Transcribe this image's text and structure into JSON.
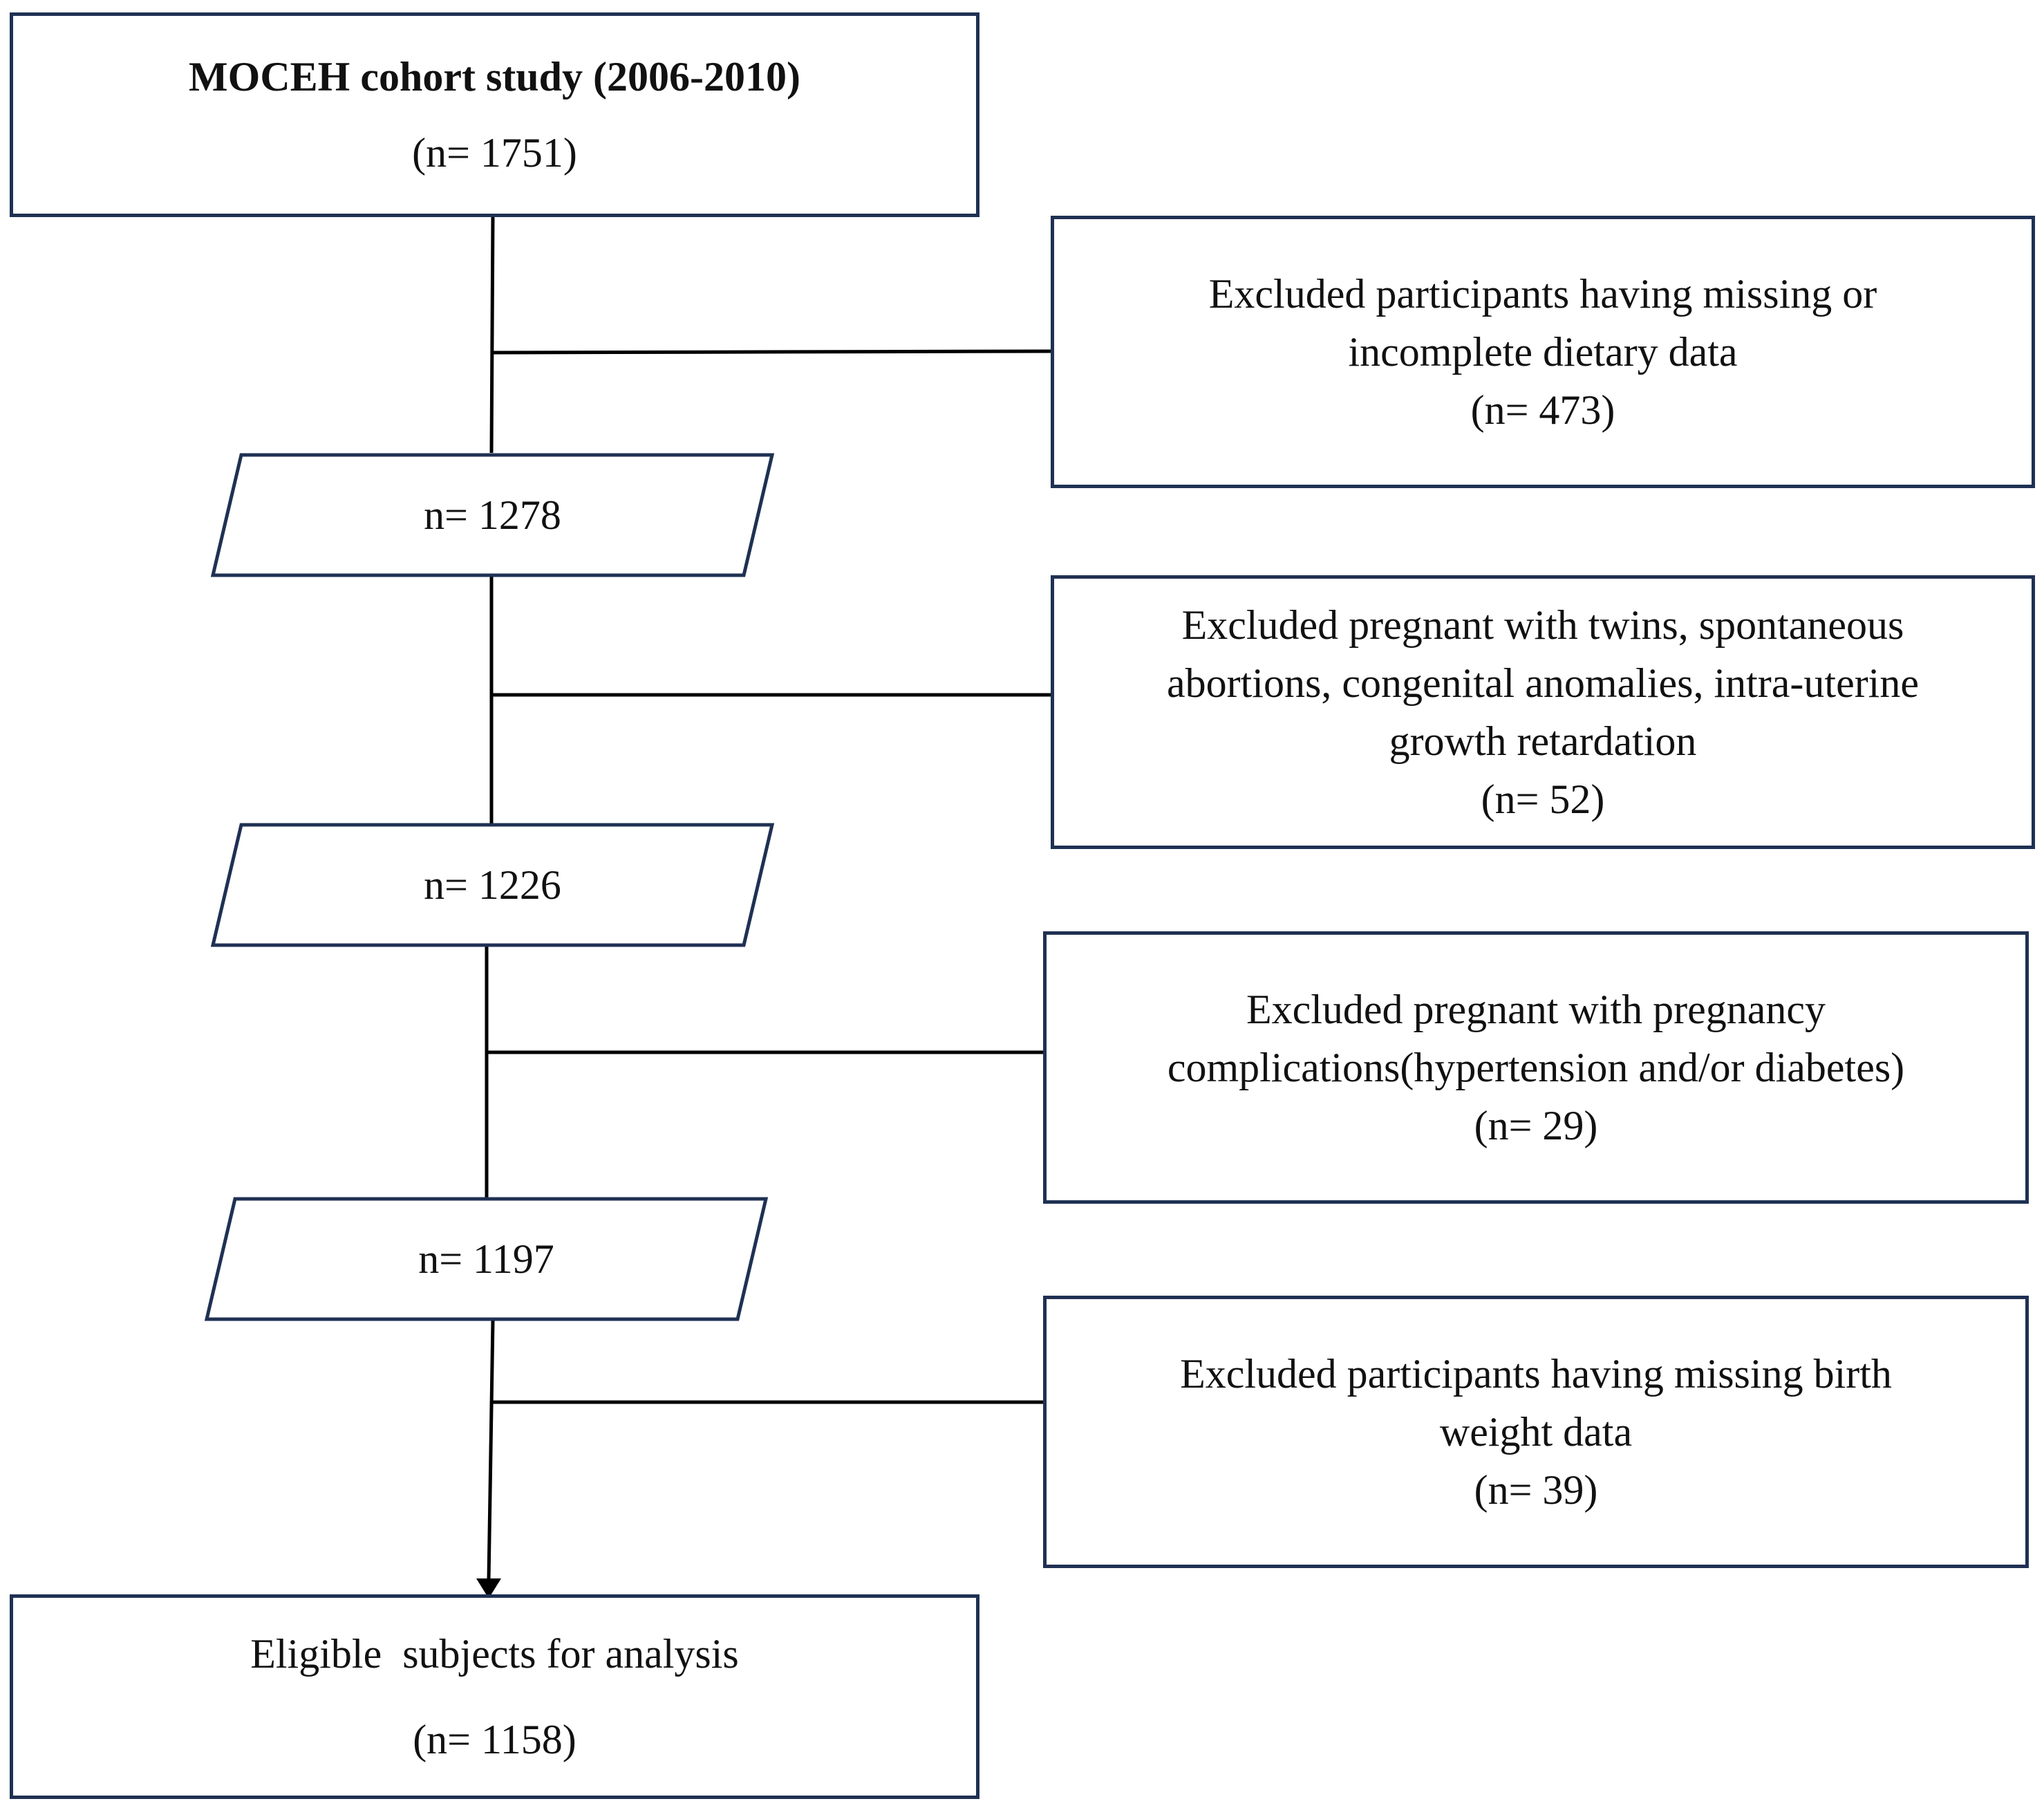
{
  "start": {
    "title": "MOCEH cohort study (2006-2010)",
    "count": "(n= 1751)"
  },
  "steps": [
    {
      "exclusion": [
        "Excluded participants having missing or",
        "incomplete dietary data"
      ],
      "exclusion_count": "(n= 473)",
      "remaining": "n= 1278"
    },
    {
      "exclusion": [
        "Excluded pregnant with twins, spontaneous",
        "abortions, congenital anomalies, intra-uterine",
        "growth retardation"
      ],
      "exclusion_count": "(n= 52)",
      "remaining": "n= 1226"
    },
    {
      "exclusion": [
        "Excluded pregnant with pregnancy",
        "complications(hypertension and/or diabetes)"
      ],
      "exclusion_count": "(n= 29)",
      "remaining": "n= 1197"
    },
    {
      "exclusion": [
        "Excluded participants having missing birth",
        "weight data"
      ],
      "exclusion_count": "(n= 39)"
    }
  ],
  "final": {
    "label": "Eligible  subjects for analysis",
    "count": "(n= 1158)"
  },
  "colors": {
    "border": "#1f3153",
    "line": "#000000"
  }
}
